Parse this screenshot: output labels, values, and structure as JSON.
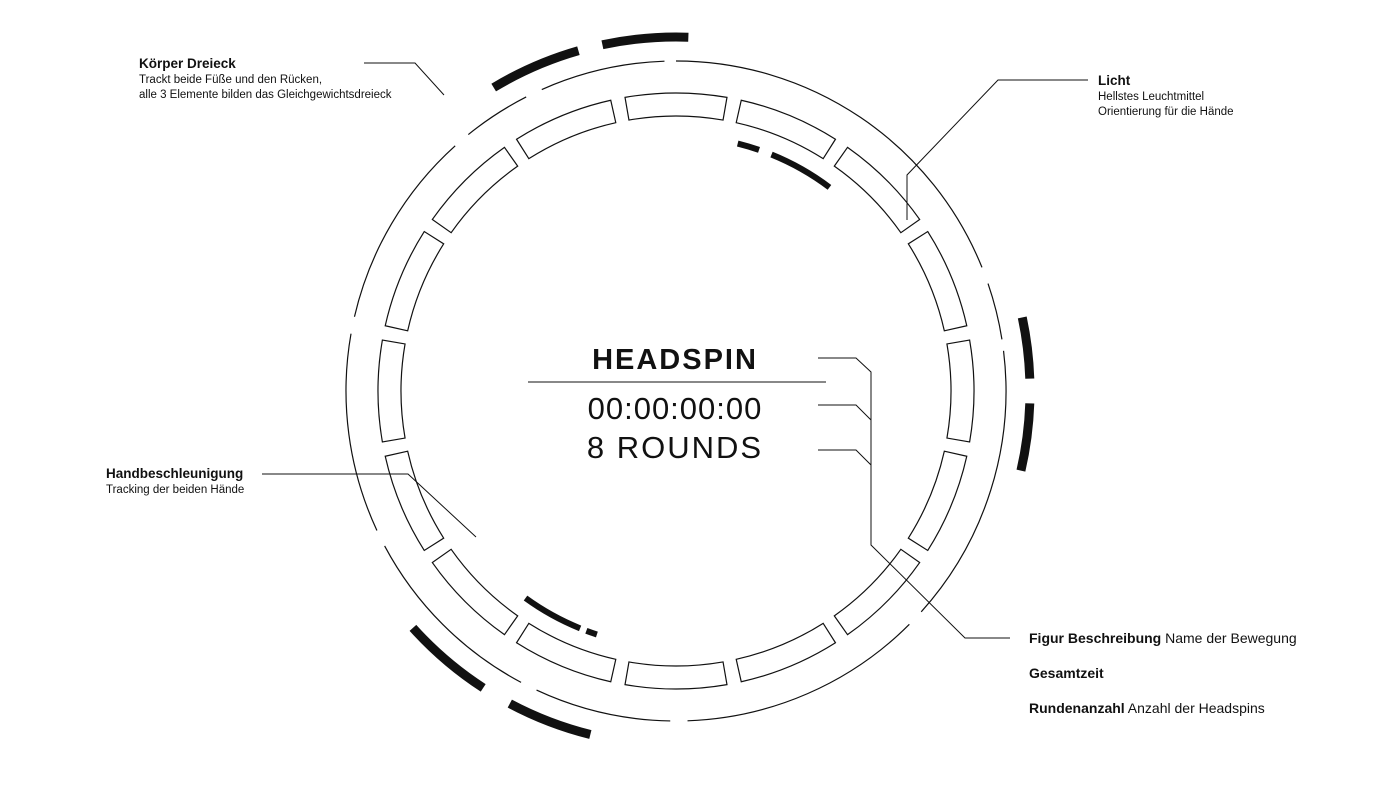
{
  "hud": {
    "title": "HEADSPIN",
    "time": "00:00:00:00",
    "rounds": "8 ROUNDS"
  },
  "annotations": {
    "body_triangle": {
      "title": "Körper Dreieck",
      "lines": [
        "Trackt beide Füße und den Rücken,",
        "alle 3 Elemente bilden das Gleichgewichtsdreieck"
      ]
    },
    "light": {
      "title": "Licht",
      "lines": [
        "Hellstes Leuchtmittel",
        "Orientierung für die Hände"
      ]
    },
    "hand_acceleration": {
      "title": "Handbeschleunigung",
      "lines": [
        "Tracking der beiden Hände"
      ]
    }
  },
  "legend": [
    {
      "term": "Figur Beschreibung",
      "desc": "Name der Bewegung"
    },
    {
      "term": "Gesamtzeit",
      "desc": ""
    },
    {
      "term": "Rundenanzahl",
      "desc": "Anzahl der Headspins"
    }
  ],
  "colors": {
    "ink": "#111111",
    "background": "#ffffff"
  }
}
